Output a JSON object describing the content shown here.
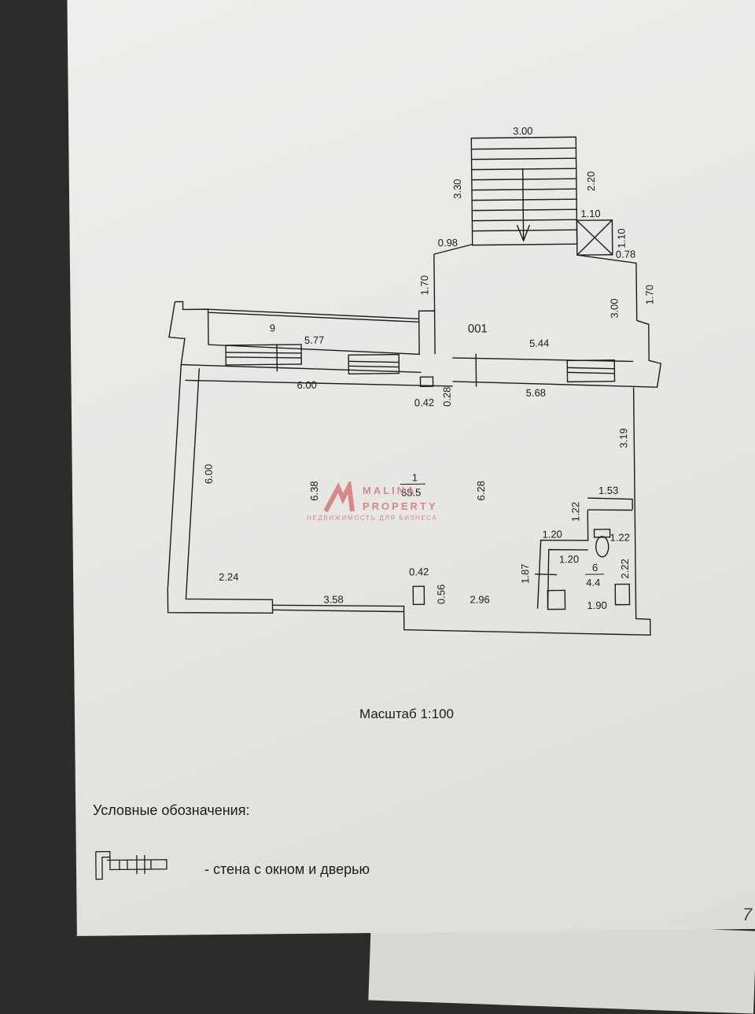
{
  "scale_label": "Масштаб 1:100",
  "legend_title": "Условные обозначения:",
  "legend_item": "- стена с окном и дверью",
  "page_number": "7",
  "watermark": {
    "name_line1": "MALINA",
    "name_line2": "PROPERTY",
    "subtitle": "НЕДВИЖИМОСТЬ ДЛЯ БИЗНЕСА",
    "color": "#d98888"
  },
  "rooms": {
    "r9": "9",
    "r001": "001",
    "r1_num": "1",
    "r1_area": "68.5",
    "r6_num": "6",
    "r6_area": "4.4"
  },
  "dims": {
    "stair_width": "3.00",
    "stair_len": "3.30",
    "stair_right": "2.20",
    "shaft_w": "1.10",
    "shaft_h": "1.10",
    "shaft_off": "0.78",
    "d098": "0.98",
    "d170_left": "1.70",
    "d170_right": "1.70",
    "d300_right": "3.00",
    "d577": "5.77",
    "d544": "5.44",
    "d600_top": "6.00",
    "d042_top": "0.42",
    "d028": "0.28",
    "d568": "5.68",
    "d319": "3.19",
    "d600_left": "6.00",
    "d638": "6.38",
    "d628": "6.28",
    "d153": "1.53",
    "d122_a": "1.22",
    "d120_a": "1.20",
    "d122_b": "1.22",
    "d120_b": "1.20",
    "d222": "2.22",
    "d187": "1.87",
    "d224": "2.24",
    "d042_bot": "0.42",
    "d056": "0.56",
    "d358": "3.58",
    "d296": "2.96",
    "d190": "1.90"
  }
}
